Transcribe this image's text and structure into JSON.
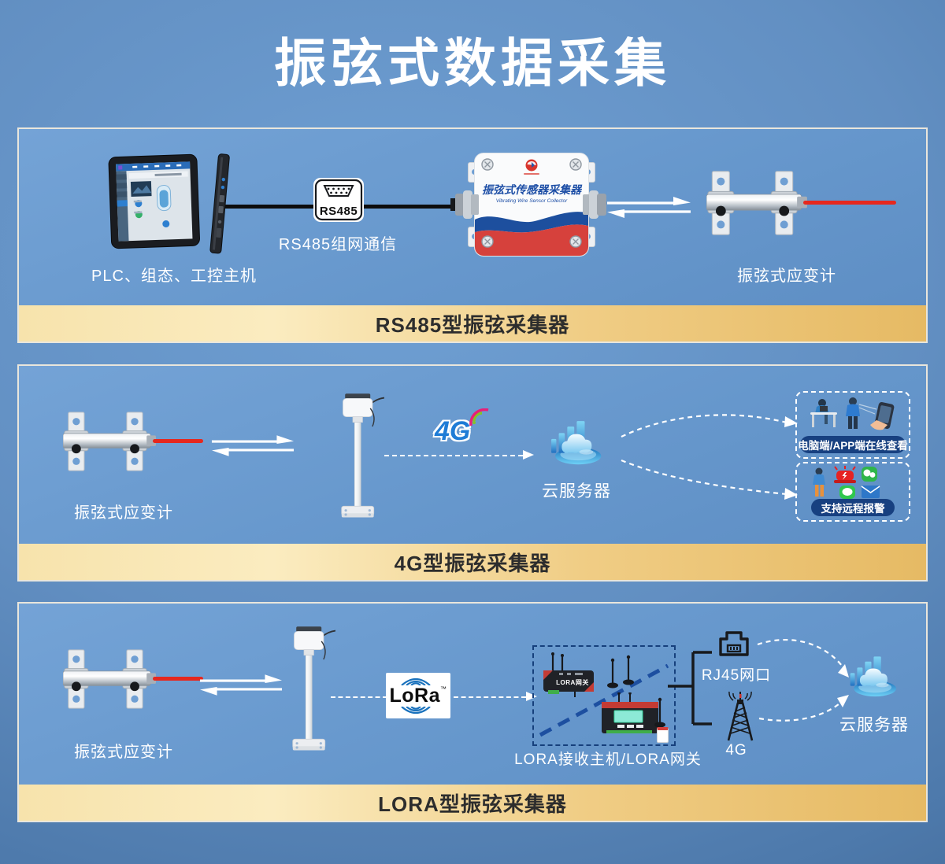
{
  "page": {
    "title": "振弦式数据采集"
  },
  "panels": {
    "rs485": {
      "banner": "RS485型振弦采集器",
      "plc_label": "PLC、组态、工控主机",
      "connector_text": "RS485",
      "link_label": "RS485组网通信",
      "collector_title": "振弦式传感器采集器",
      "collector_subtitle": "Vibrating Wire Sensor Collector",
      "gauge_label": "振弦式应变计"
    },
    "g4": {
      "banner": "4G型振弦采集器",
      "gauge_label": "振弦式应变计",
      "logo": "4G",
      "cloud_label": "云服务器",
      "option_view": "电脑端/APP端在线查看",
      "option_alarm": "支持远程报警"
    },
    "lora": {
      "banner": "LORA型振弦采集器",
      "gauge_label": "振弦式应变计",
      "logo": "LoRa",
      "logo_tm": "™",
      "device_label": "LORA网关",
      "caption": "LORA接收主机/LORA网关",
      "rj45_label": "RJ45网口",
      "tower_label": "4G",
      "cloud_label": "云服务器"
    }
  }
}
